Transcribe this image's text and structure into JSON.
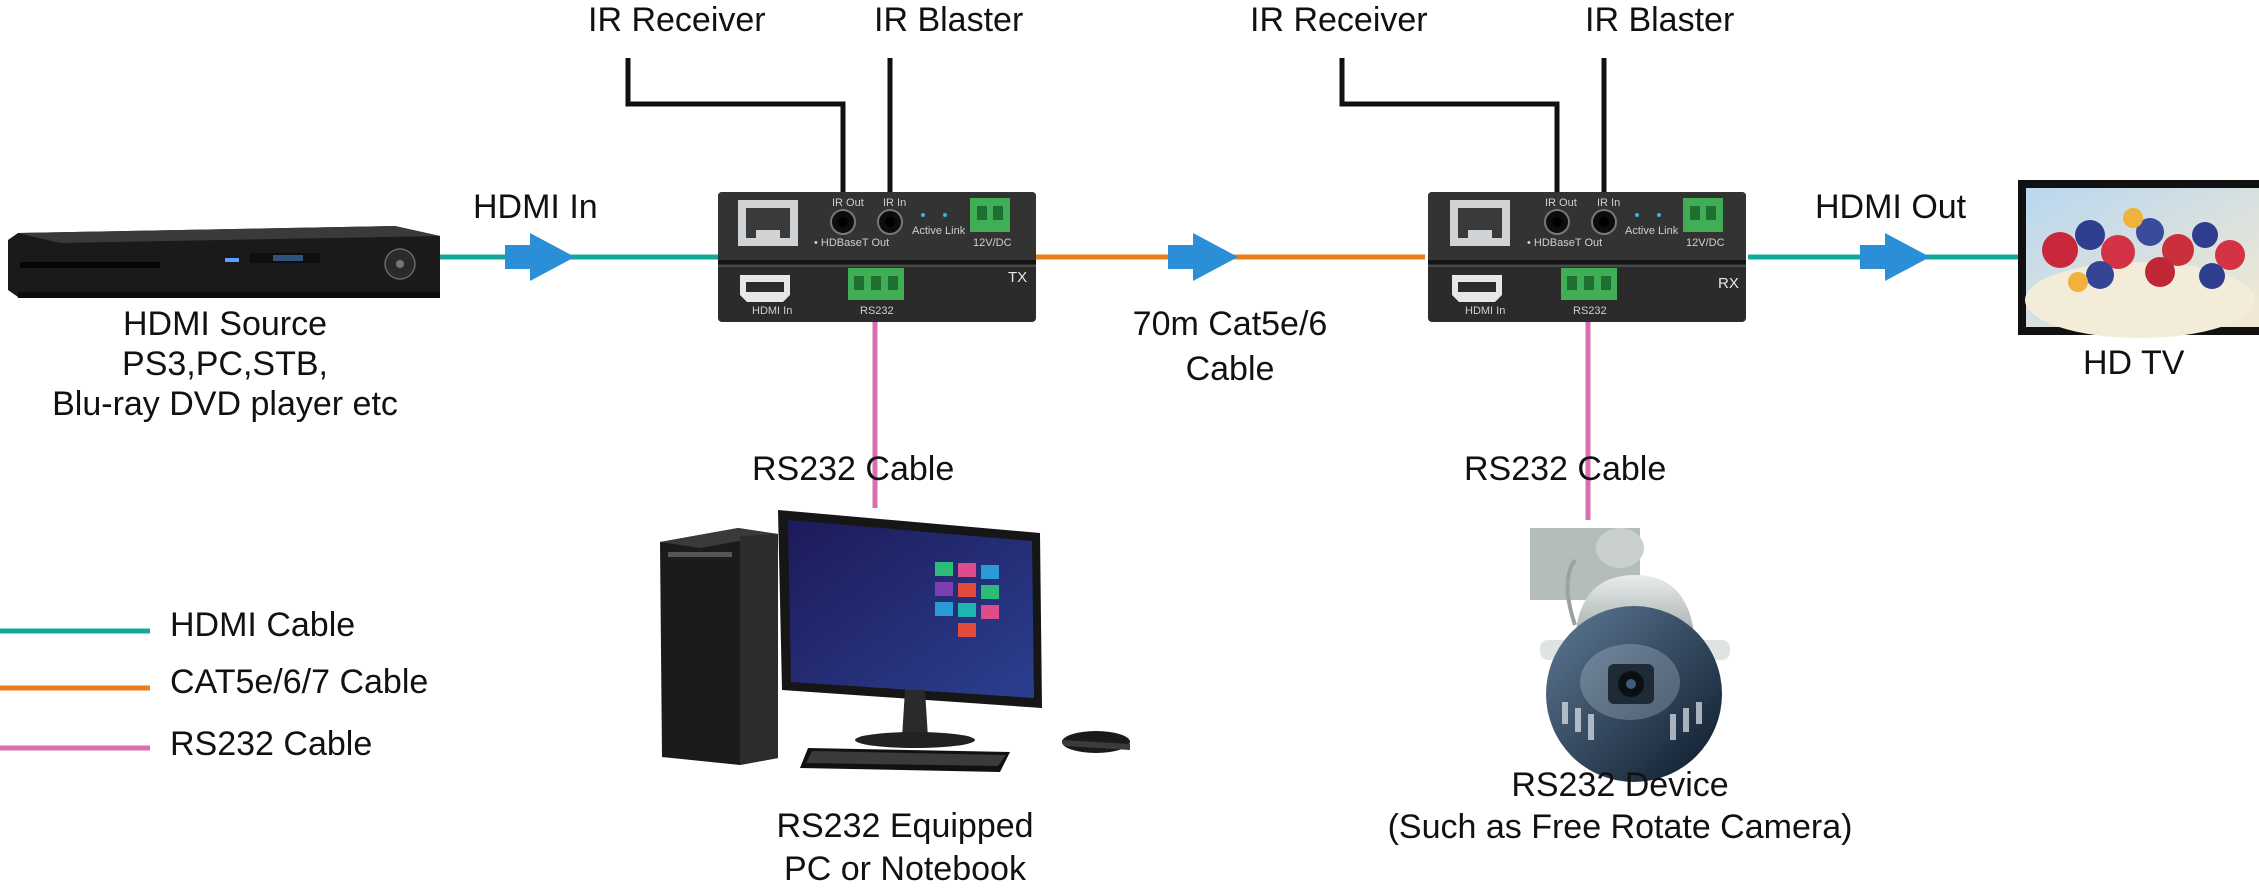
{
  "colors": {
    "hdmi_cable": "#13a99a",
    "cat_cable": "#ea7c1a",
    "rs232_cable": "#d86fb0",
    "arrow": "#2a8fd6",
    "ir_wire": "#111111",
    "device_body": "#2b2b2b",
    "terminal_green": "#3fae55"
  },
  "labels": {
    "ir_receiver_tx": "IR Receiver",
    "ir_blaster_tx": "IR Blaster",
    "ir_receiver_rx": "IR Receiver",
    "ir_blaster_rx": "IR Blaster",
    "hdmi_in": "HDMI In",
    "hdmi_out": "HDMI Out",
    "source_line1": "HDMI Source",
    "source_line2": "PS3,PC,STB,",
    "source_line3": "Blu-ray DVD player etc",
    "cable_line1": "70m Cat5e/6",
    "cable_line2": "Cable",
    "hdtv": "HD TV",
    "rs232_cable_tx": "RS232 Cable",
    "rs232_cable_rx": "RS232 Cable",
    "pc_line1": "RS232 Equipped",
    "pc_line2": "PC or Notebook",
    "device_line1": "RS232 Device",
    "device_line2": "(Such as Free Rotate Camera)"
  },
  "legend": [
    {
      "label": "HDMI Cable",
      "color_key": "hdmi_cable"
    },
    {
      "label": "CAT5e/6/7 Cable",
      "color_key": "cat_cable"
    },
    {
      "label": "RS232 Cable",
      "color_key": "rs232_cable"
    }
  ],
  "devices": {
    "tx": {
      "badge": "TX",
      "ir_out": "IR Out",
      "ir_in": "IR In",
      "hdbaset_out": "• HDBaseT Out",
      "active_link": "Active Link",
      "power": "12V/DC",
      "hdmi_port": "HDMI In",
      "rs232_port": "RS232"
    },
    "rx": {
      "badge": "RX",
      "ir_out": "IR Out",
      "ir_in": "IR In",
      "hdbaset_out": "• HDBaseT Out",
      "active_link": "Active Link",
      "power": "12V/DC",
      "hdmi_port": "HDMI In",
      "rs232_port": "RS232"
    }
  }
}
